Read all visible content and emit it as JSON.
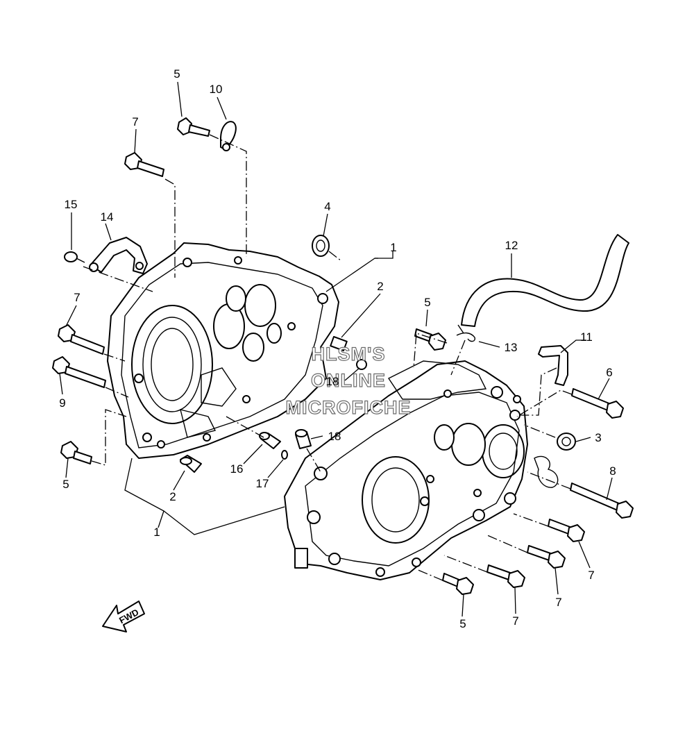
{
  "callouts": [
    {
      "id": "c-5-top",
      "label": "5"
    },
    {
      "id": "c-10",
      "label": "10"
    },
    {
      "id": "c-7-top",
      "label": "7"
    },
    {
      "id": "c-15",
      "label": "15"
    },
    {
      "id": "c-14",
      "label": "14"
    },
    {
      "id": "c-4",
      "label": "4"
    },
    {
      "id": "c-1-top",
      "label": "1"
    },
    {
      "id": "c-2-top",
      "label": "2"
    },
    {
      "id": "c-12",
      "label": "12"
    },
    {
      "id": "c-7-left",
      "label": "7"
    },
    {
      "id": "c-5-mid",
      "label": "5"
    },
    {
      "id": "c-13",
      "label": "13"
    },
    {
      "id": "c-11",
      "label": "11"
    },
    {
      "id": "c-18-top",
      "label": "18"
    },
    {
      "id": "c-9",
      "label": "9"
    },
    {
      "id": "c-6",
      "label": "6"
    },
    {
      "id": "c-3",
      "label": "3"
    },
    {
      "id": "c-18-mid",
      "label": "18"
    },
    {
      "id": "c-16",
      "label": "16"
    },
    {
      "id": "c-5-left",
      "label": "5"
    },
    {
      "id": "c-17",
      "label": "17"
    },
    {
      "id": "c-8",
      "label": "8"
    },
    {
      "id": "c-2-bot",
      "label": "2"
    },
    {
      "id": "c-1-bot",
      "label": "1"
    },
    {
      "id": "c-7-r1",
      "label": "7"
    },
    {
      "id": "c-7-r2",
      "label": "7"
    },
    {
      "id": "c-5-bot",
      "label": "5"
    },
    {
      "id": "c-7-bot",
      "label": "7"
    }
  ],
  "watermark": [
    "HLSM'S",
    "ONLINE",
    "MICROFICHE"
  ],
  "fwd_label": "FWD"
}
